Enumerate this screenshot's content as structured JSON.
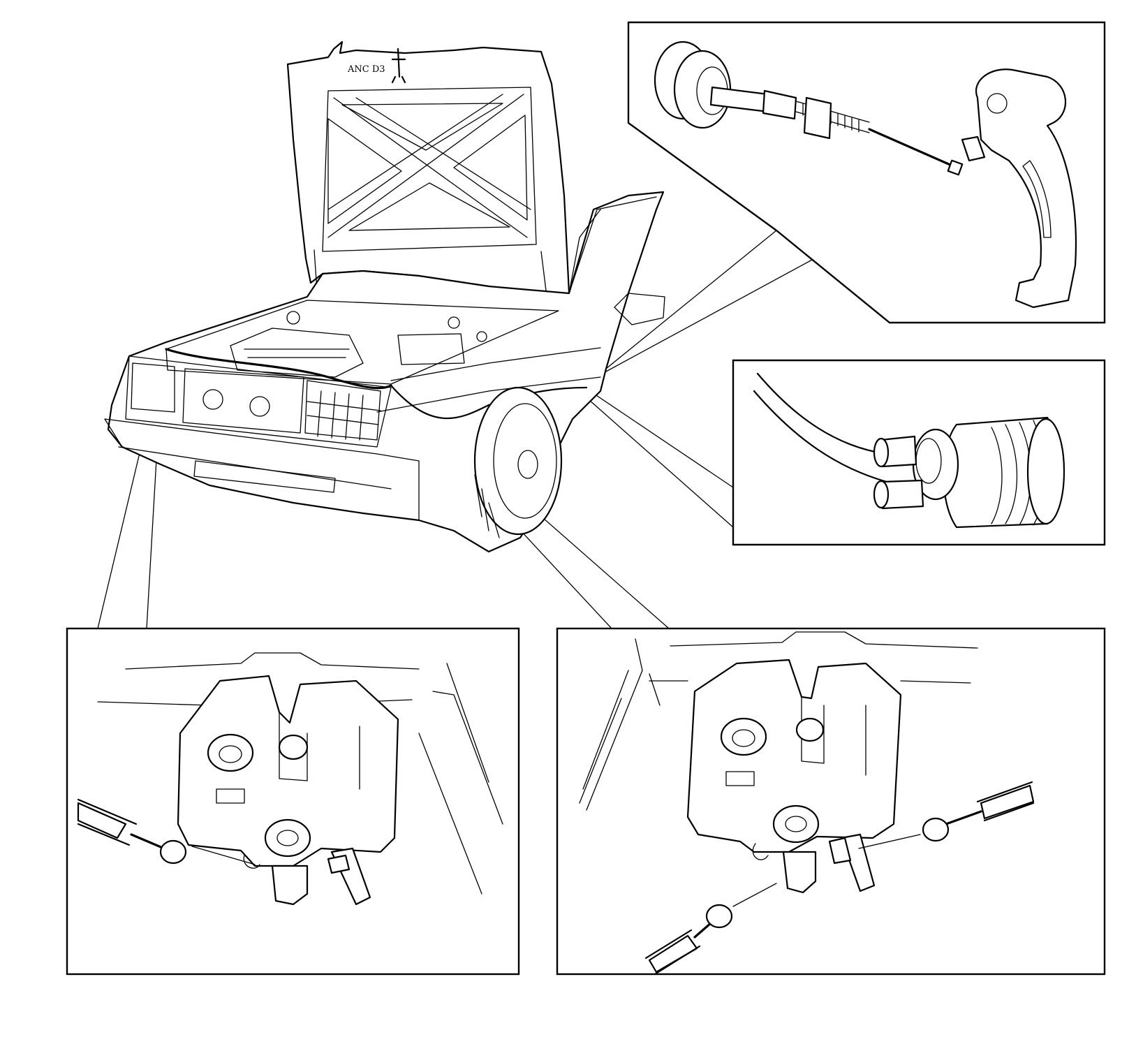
{
  "colors": {
    "ink": "#000000",
    "paper": "#ffffff"
  },
  "labels": {
    "hood_emblem_text": "ANC   D3"
  },
  "views": [
    {
      "id": "overview-car",
      "depicts": "car-front-hood-open"
    },
    {
      "id": "detail-release-handle",
      "depicts": "hood-release-handle-and-cable"
    },
    {
      "id": "detail-cable-grommet",
      "depicts": "cable-grommet-double-cable"
    },
    {
      "id": "detail-left-lock",
      "depicts": "hood-lock-left-cable-end"
    },
    {
      "id": "detail-right-lock",
      "depicts": "hood-lock-right-cable-ends"
    }
  ]
}
